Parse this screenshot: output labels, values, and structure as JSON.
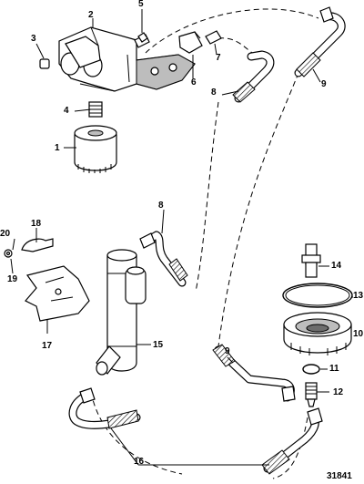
{
  "figure_id": "31841",
  "callouts": {
    "c1": "1",
    "c2": "2",
    "c3": "3",
    "c4": "4",
    "c5": "5",
    "c6": "6",
    "c7": "7",
    "c8a": "8",
    "c8b": "8",
    "c9a": "9",
    "c9b": "9",
    "c10": "10",
    "c11": "11",
    "c12": "12",
    "c13": "13",
    "c14": "14",
    "c15": "15",
    "c16": "16",
    "c17": "17",
    "c18": "18",
    "c19": "19",
    "c20": "20"
  }
}
